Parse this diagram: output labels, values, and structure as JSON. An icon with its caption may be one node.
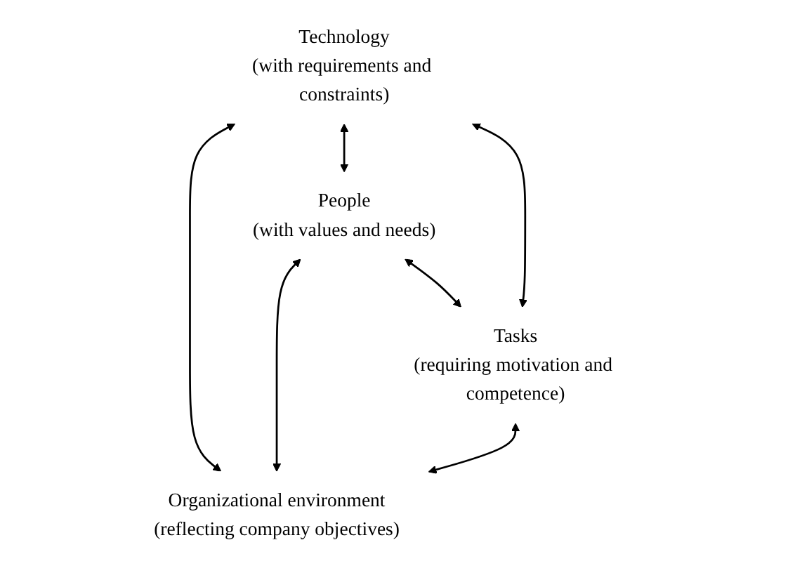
{
  "diagram": {
    "nodes": [
      {
        "text": [
          "Technology",
          "(with requirements and constraints)"
        ]
      },
      {
        "text": [
          "People",
          "(with values and needs)"
        ]
      },
      {
        "text": [
          "Tasks",
          "(requiring motivation and competence)"
        ]
      },
      {
        "text": [
          "Organizational environment",
          "(reflecting company objectives)"
        ]
      }
    ],
    "edges": [
      {
        "from": 0,
        "to": 3,
        "arrow": "both"
      },
      {
        "from": 1,
        "to": 2,
        "arrow": "both"
      },
      {
        "from": 0,
        "to": 1,
        "arrow": "both"
      },
      {
        "from": 0,
        "to": 2,
        "arrow": "both"
      },
      {
        "from": 1,
        "to": 3,
        "arrow": "both"
      },
      {
        "from": 2,
        "to": 3,
        "arrow": "both"
      }
    ]
  }
}
